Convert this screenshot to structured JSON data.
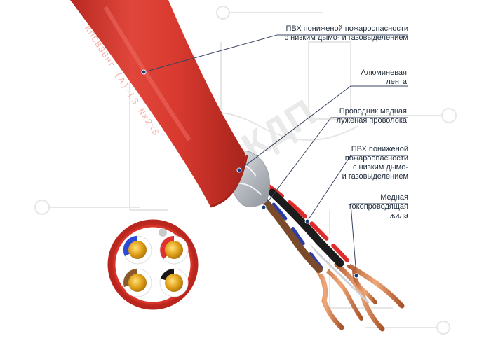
{
  "cable_print": "КПСВЭВнг (А)-LS  Nx2xS",
  "callouts": [
    {
      "lines": [
        "ПВХ пониженой пожароопасности",
        "с низким дымо- и газовыделением"
      ]
    },
    {
      "lines": [
        "Алюминевая",
        "лента"
      ]
    },
    {
      "lines": [
        "Проводник медная",
        "луженая проволока"
      ]
    },
    {
      "lines": [
        "ПВХ пониженой",
        "пожароопасности",
        "с низким дымо-",
        "и газовыделением"
      ]
    },
    {
      "lines": [
        "Медная",
        "токопроводящая",
        "жила"
      ]
    }
  ],
  "colors": {
    "sheath": "#d93a30",
    "foil": "#c9ccd0",
    "copper": "#d9875a",
    "leader_line": "#3a4660",
    "pointer_dot": "#0f3a7a",
    "watermark": "#dcdcdc"
  },
  "section_cores": [
    "blue-white",
    "red-white",
    "brown-white",
    "black-white"
  ]
}
